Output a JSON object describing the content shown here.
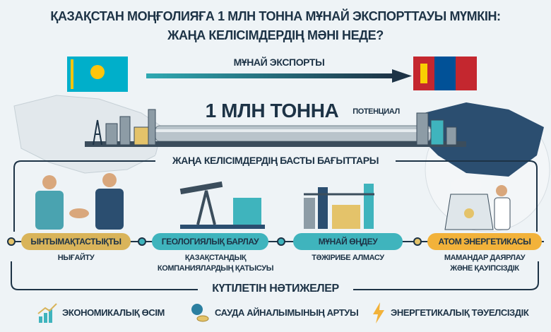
{
  "title": {
    "line1": "ҚАЗАҚСТАН МОҢҒОЛИЯҒА 1 МЛН ТОННА МҰНАЙ ЭКСПОРТТАУЫ МҮМКІН:",
    "line2": "ЖАҢА КЕЛІСІМДЕРДІҢ  МӘНІ НЕДЕ?"
  },
  "export": {
    "label": "МҰНАЙ ЭКСПОРТЫ",
    "volume": "1 МЛН ТОННА",
    "potential": "ПОТЕНЦИАЛ"
  },
  "directions": {
    "heading": "ЖАҢА КЕЛІСІМДЕРДІҢ БАСТЫ БАҒЫТТАРЫ",
    "items": [
      {
        "label": "ЫНТЫМАҚТАСТЫҚТЫ",
        "sub1": "НЫҒАЙТУ",
        "sub2": ""
      },
      {
        "label": "ГЕОЛОГИЯЛЫҚ БАРЛАУ",
        "sub1": "ҚАЗАҚСТАНДЫҚ",
        "sub2": "КОМПАНИЯЛАРДЫҢ ҚАТЫСУЫ"
      },
      {
        "label": "МҰНАЙ ӨҢДЕУ",
        "sub1": "ТӘЖІРИБЕ АЛМАСУ",
        "sub2": ""
      },
      {
        "label": "АТОМ ЭНЕРГЕТИКАСЫ",
        "sub1": "МАМАНДАР ДАЯРЛАУ",
        "sub2": "ЖӘНЕ ҚАУІПСІЗДІК"
      }
    ]
  },
  "results": {
    "heading": "КҮТІЛЕТІН НӘТИЖЕЛЕР",
    "items": [
      {
        "icon": "growth-chart-icon",
        "label": "ЭКОНОМИКАЛЫҚ ӨСІМ"
      },
      {
        "icon": "globe-coins-icon",
        "label": "САУДА АЙНАЛЫМЫНЫҢ АРТУЫ"
      },
      {
        "icon": "lightning-icon",
        "label": "ЭНЕРГЕТИКАЛЫҚ ТӘУЕЛСІЗДІК"
      }
    ]
  },
  "colors": {
    "navy": "#1d3346",
    "gold": "#d9b45a",
    "teal": "#3fb4bd",
    "orange": "#f2b23a",
    "kz_blue": "#00afca",
    "mn_red": "#c4272f",
    "mn_blue": "#015197"
  }
}
